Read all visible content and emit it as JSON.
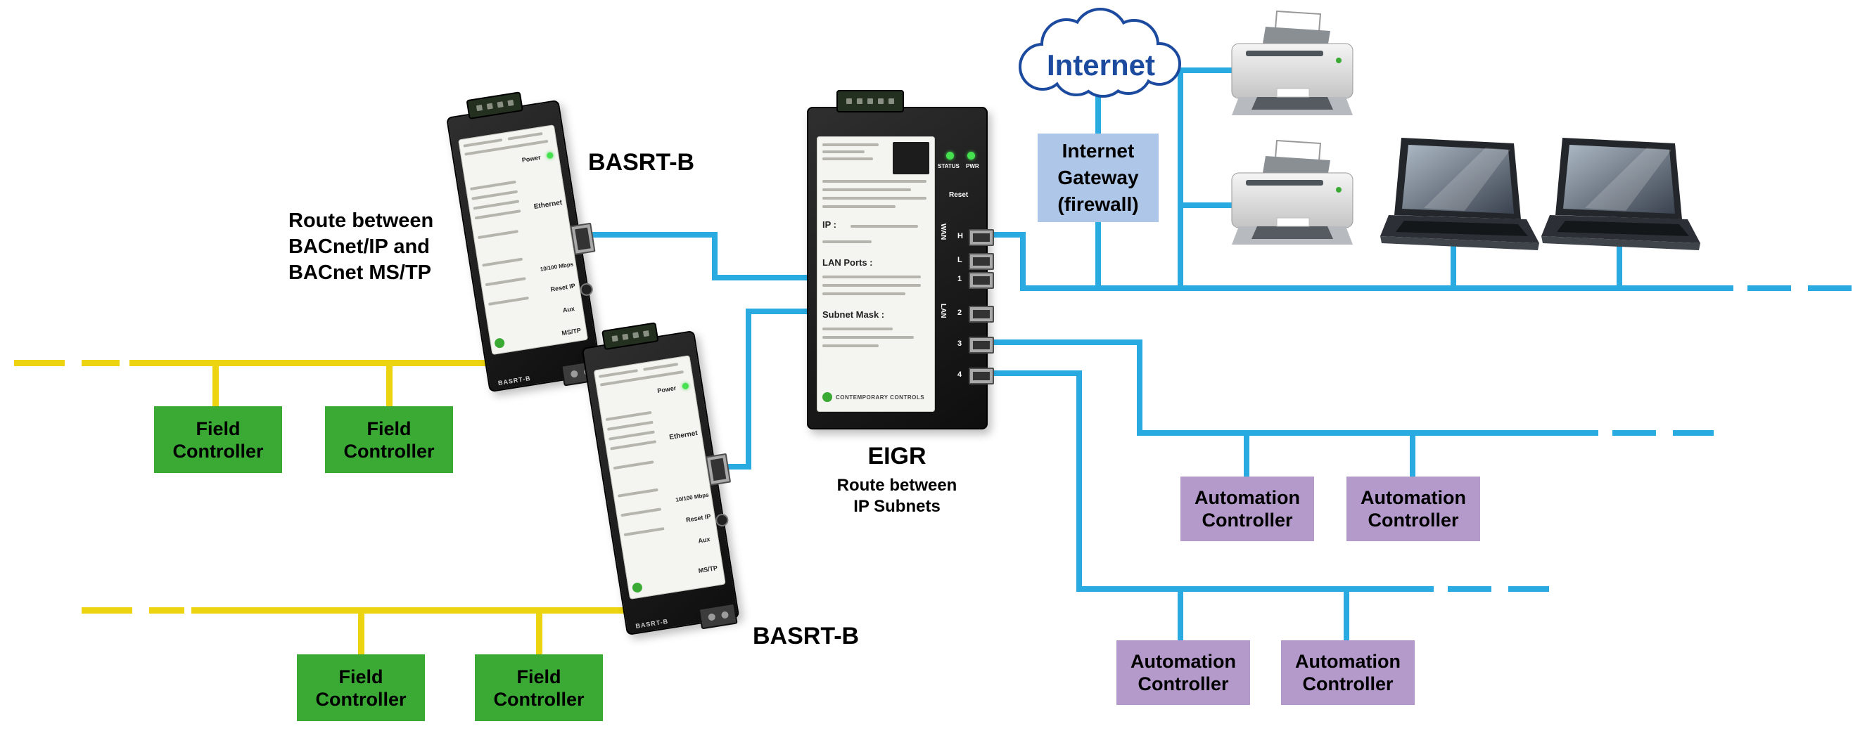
{
  "colors": {
    "blue": "#29abe2",
    "yellow": "#ecd411",
    "green": "#3aaa35",
    "purple": "#b49aca",
    "gateway-bg": "#aec6e8",
    "cloud-blue": "#1b4a9e"
  },
  "cloud": {
    "label": "Internet"
  },
  "gateway": {
    "line1": "Internet",
    "line2": "Gateway",
    "line3": "(firewall)"
  },
  "basrt": {
    "title": "BASRT-B",
    "panel": {
      "power": "Power",
      "ethernet": "Ethernet",
      "speed": "10/100 Mbps",
      "reset_ip": "Reset IP",
      "aux": "Aux",
      "mstp": "MS/TP",
      "model": "BASRT-B"
    }
  },
  "router_note": {
    "line1": "Route between",
    "line2": "BACnet/IP and",
    "line3": "BACnet MS/TP"
  },
  "eigr": {
    "title": "EIGR",
    "note_line1": "Route between",
    "note_line2": "IP Subnets",
    "panel": {
      "status": "STATUS",
      "pwr": "PWR",
      "reset": "Reset",
      "ip": "IP :",
      "lan_ports": "LAN Ports :",
      "subnet": "Subnet Mask :",
      "wan": "WAN",
      "lan": "LAN",
      "brand": "CONTEMPORARY CONTROLS",
      "ports": [
        "H",
        "L",
        "1",
        "2",
        "3",
        "4"
      ]
    }
  },
  "field_controller": {
    "line1": "Field",
    "line2": "Controller"
  },
  "automation_controller": {
    "line1": "Automation",
    "line2": "Controller"
  }
}
